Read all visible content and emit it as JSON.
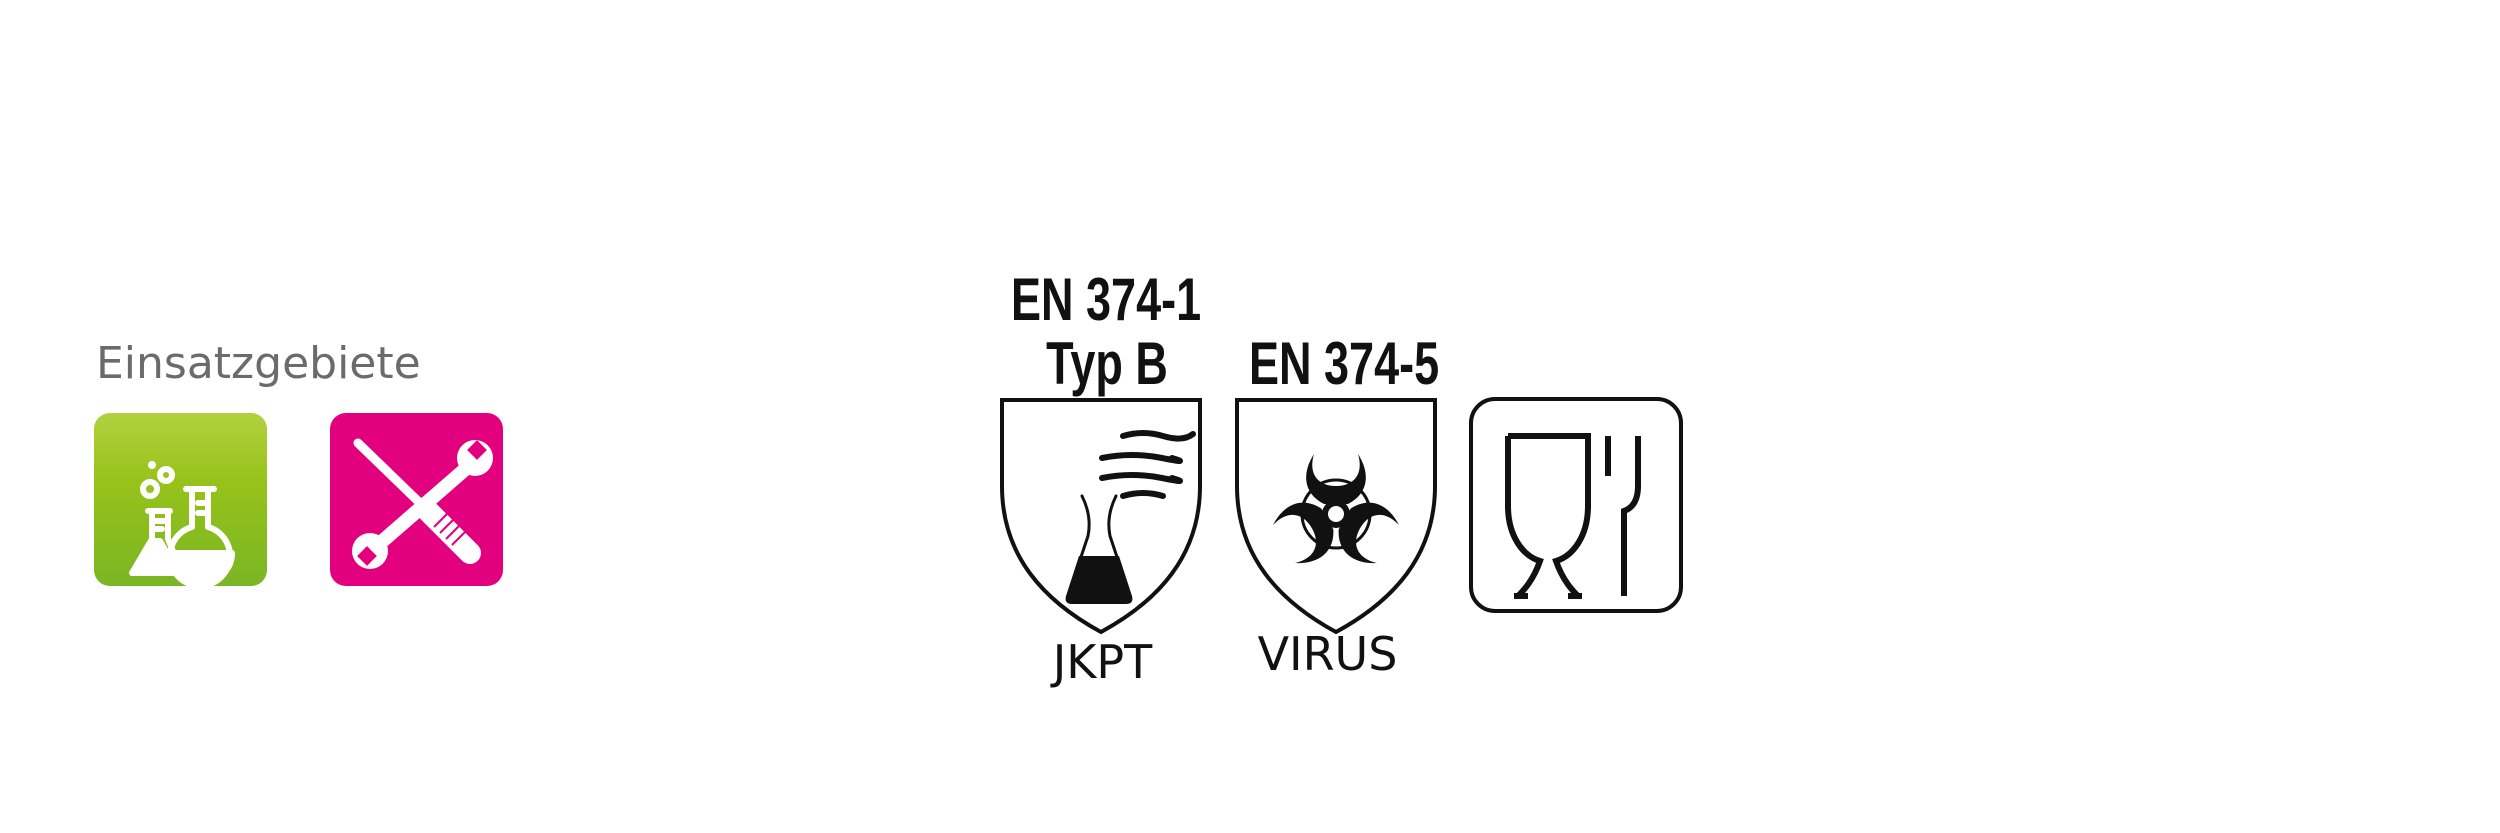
{
  "section": {
    "heading": "Einsatzgebiete"
  },
  "application_areas": [
    {
      "name": "chemistry-laboratory",
      "icon": "flasks-icon",
      "color": "#8dbf1e"
    },
    {
      "name": "mechanics",
      "icon": "wrench-screwdriver-icon",
      "color": "#e3007e"
    }
  ],
  "certifications": [
    {
      "standard": "EN 374-1",
      "type": "Typ B",
      "code": "JKPT",
      "icon": "chemical-flask-shield-icon"
    },
    {
      "standard": "EN 374-5",
      "code": "VIRUS",
      "icon": "biohazard-shield-icon"
    },
    {
      "icon": "food-safe-glass-fork-icon"
    }
  ]
}
